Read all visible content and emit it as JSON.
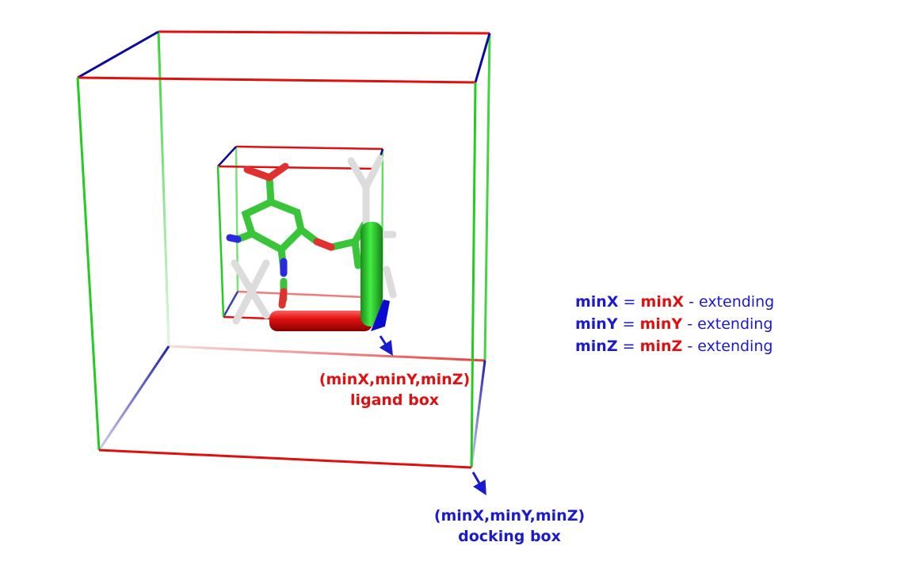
{
  "labels": {
    "ligand_coord": "(minX,minY,minZ)",
    "ligand_caption": "ligand box",
    "docking_coord": "(minX,minY,minZ)",
    "docking_caption": "docking box"
  },
  "formulas": [
    {
      "left": "minX",
      "eq": "=",
      "right": "minX",
      "rest": "- extending"
    },
    {
      "left": "minY",
      "eq": "=",
      "right": "minY",
      "rest": "- extending"
    },
    {
      "left": "minZ",
      "eq": "=",
      "right": "minZ",
      "rest": "- extending"
    }
  ],
  "colors": {
    "x_axis": "#e01010",
    "y_axis": "#22cc22",
    "z_axis": "#0a0aa0",
    "ligand_text": "#e01010",
    "docking_text": "#1a1ad0",
    "carbon": "#3ac43a",
    "oxygen": "#e03030",
    "nitrogen": "#2a2ae0",
    "hydrogen": "#e0e0e0"
  }
}
